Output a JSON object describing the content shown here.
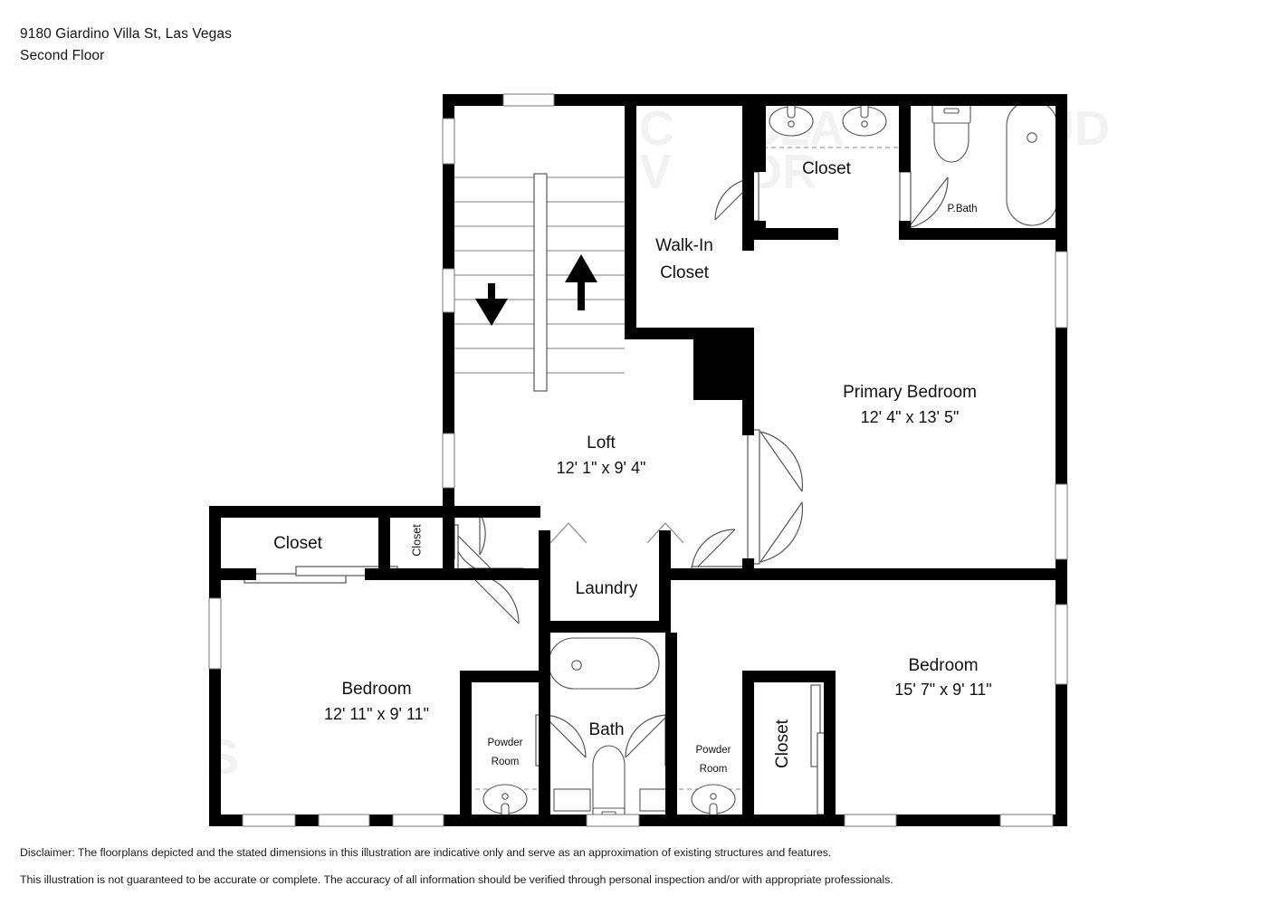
{
  "header": {
    "address": "9180 Giardino Villa St, Las Vegas",
    "floor": "Second Floor"
  },
  "footer": {
    "disclaimer_line1": "Disclaimer: The floorplans depicted and the stated dimensions in this illustration are indicative only and serve as an approximation of existing structures and features.",
    "disclaimer_line2": "This illustration is not guaranteed to be accurate or complete. The accuracy of all information should be verified through personal inspection and/or with appropriate professionals."
  },
  "colors": {
    "wall": "#000000",
    "fixture_stroke": "#4a4a4a",
    "background": "#ffffff",
    "text": "#111111",
    "watermark": "#f2f2f2"
  },
  "rooms": [
    {
      "id": "walk-in-closet",
      "name_line1": "Walk-In",
      "name_line2": "Closet",
      "dimensions": ""
    },
    {
      "id": "primary-closet",
      "name": "Closet",
      "dimensions": ""
    },
    {
      "id": "primary-bath",
      "name": "P.Bath",
      "dimensions": ""
    },
    {
      "id": "primary-bedroom",
      "name": "Primary Bedroom",
      "dimensions": "12' 4\" x 13' 5\""
    },
    {
      "id": "loft",
      "name": "Loft",
      "dimensions": "12' 1\" x 9' 4\""
    },
    {
      "id": "bedroom-left",
      "name": "Bedroom",
      "dimensions": "12' 11\" x 9' 11\""
    },
    {
      "id": "bedroom-right",
      "name": "Bedroom",
      "dimensions": "15' 7\" x 9' 11\""
    },
    {
      "id": "closet-left-large",
      "name": "Closet",
      "dimensions": ""
    },
    {
      "id": "closet-left-small",
      "name": "Closet",
      "dimensions": ""
    },
    {
      "id": "closet-right",
      "name": "Closet",
      "dimensions": ""
    },
    {
      "id": "laundry",
      "name": "Laundry",
      "dimensions": ""
    },
    {
      "id": "bath",
      "name": "Bath",
      "dimensions": ""
    },
    {
      "id": "powder-room-left",
      "name_line1": "Powder",
      "name_line2": "Room",
      "dimensions": ""
    },
    {
      "id": "powder-room-right",
      "name_line1": "Powder",
      "name_line2": "Room",
      "dimensions": ""
    }
  ],
  "labels": {
    "walk_in_closet_1": "Walk-In",
    "walk_in_closet_2": "Closet",
    "primary_closet": "Closet",
    "primary_bath": "P.Bath",
    "primary_bedroom": "Primary Bedroom",
    "primary_bedroom_dim": "12' 4\" x 13' 5\"",
    "loft": "Loft",
    "loft_dim": "12' 1\" x 9' 4\"",
    "bedroom_left": "Bedroom",
    "bedroom_left_dim": "12' 11\" x 9' 11\"",
    "bedroom_right": "Bedroom",
    "bedroom_right_dim": "15' 7\" x 9' 11\"",
    "closet_left_large": "Closet",
    "closet_left_small": "Closet",
    "closet_right": "Closet",
    "laundry": "Laundry",
    "bath": "Bath",
    "powder_left_1": "Powder",
    "powder_left_2": "Room",
    "powder_right_1": "Powder",
    "powder_right_2": "Room"
  },
  "stairs": {
    "up_arrow": "up-arrow",
    "down_arrow": "down-arrow",
    "tread_count": 9
  },
  "watermark": {
    "text_top_left": "C",
    "text_top_left2": "V",
    "text_mid": "CLA",
    "text_mid2": "OR",
    "text_right": "UD",
    "text_logo": "S"
  }
}
